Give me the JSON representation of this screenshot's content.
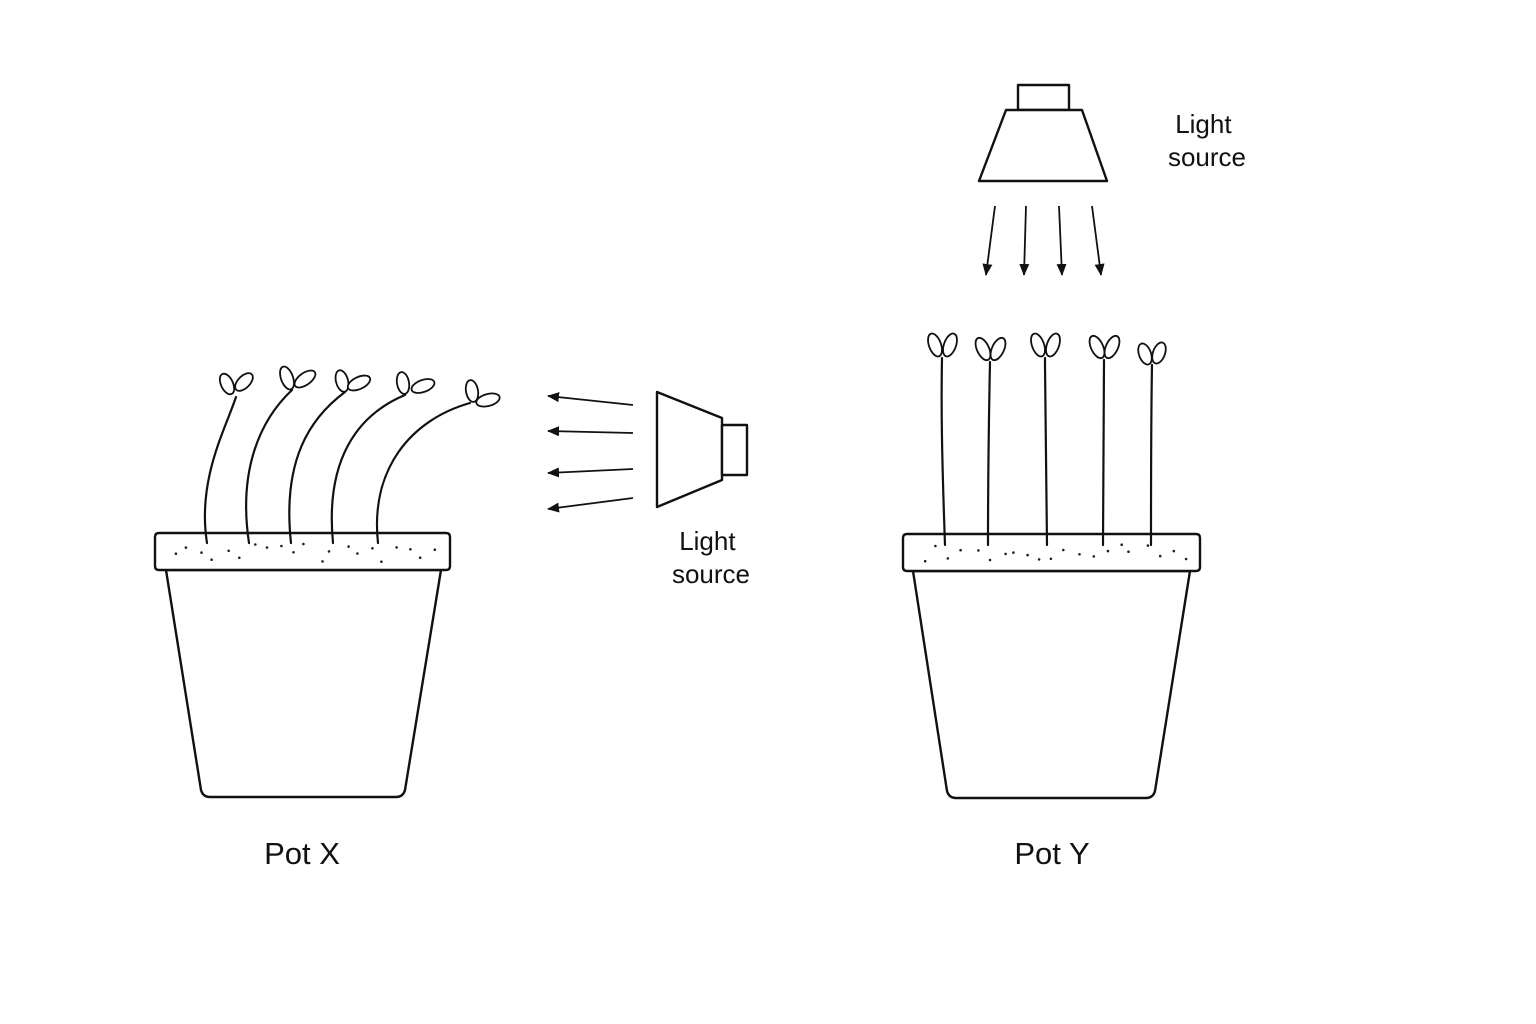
{
  "pots": {
    "x": {
      "label": "Pot X"
    },
    "y": {
      "label": "Pot Y"
    }
  },
  "light_sources": {
    "side": {
      "line1": "Light",
      "line2": "source"
    },
    "top": {
      "line1": "Light",
      "line2": "source"
    }
  },
  "colors": {
    "line": "#111111",
    "background": "#ffffff"
  }
}
